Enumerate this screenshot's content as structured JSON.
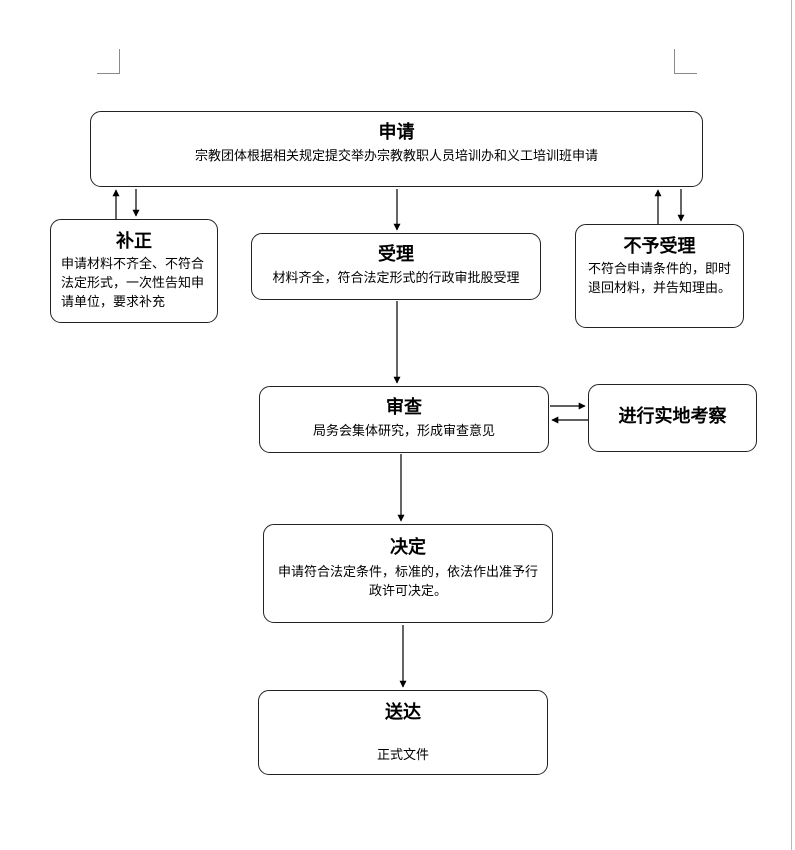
{
  "flowchart": {
    "apply": {
      "title": "申请",
      "desc": "宗教团体根据相关规定提交举办宗教教职人员培训办和义工培训班申请"
    },
    "correct": {
      "title": "补正",
      "desc": "申请材料不齐全、不符合法定形式，一次性告知申请单位，要求补充"
    },
    "accept": {
      "title": "受理",
      "desc": "材料齐全，符合法定形式的行政审批股受理"
    },
    "reject": {
      "title": "不予受理",
      "desc": "不符合申请条件的，即时退回材料，并告知理由。"
    },
    "review": {
      "title": "审查",
      "desc": "局务会集体研究，形成审查意见"
    },
    "inspect": {
      "title": "进行实地考察"
    },
    "decision": {
      "title": "决定",
      "desc": "申请符合法定条件，标准的，依法作出准予行政许可决定。"
    },
    "deliver": {
      "title": "送达",
      "desc": "正式文件"
    }
  }
}
